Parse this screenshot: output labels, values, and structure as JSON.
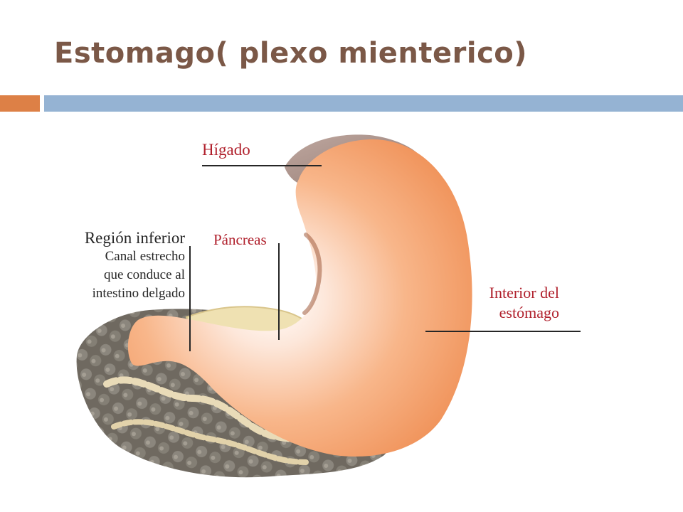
{
  "slide": {
    "title": "Estomago( plexo mienterico)"
  },
  "diagram": {
    "labels": {
      "liver": "Hígado",
      "pancreas": "Páncreas",
      "lower_region_title": "Región inferior",
      "lower_region_desc": [
        "Canal estrecho",
        "que conduce al",
        "intestino delgado"
      ],
      "stomach_interior": [
        "Interior del",
        "estómago"
      ]
    },
    "colors": {
      "title": "#7b5847",
      "accent_orange": "#dd8046",
      "accent_blue": "#95b3d3",
      "stomach": "#f39a62",
      "label_red": "#b0202c"
    }
  }
}
